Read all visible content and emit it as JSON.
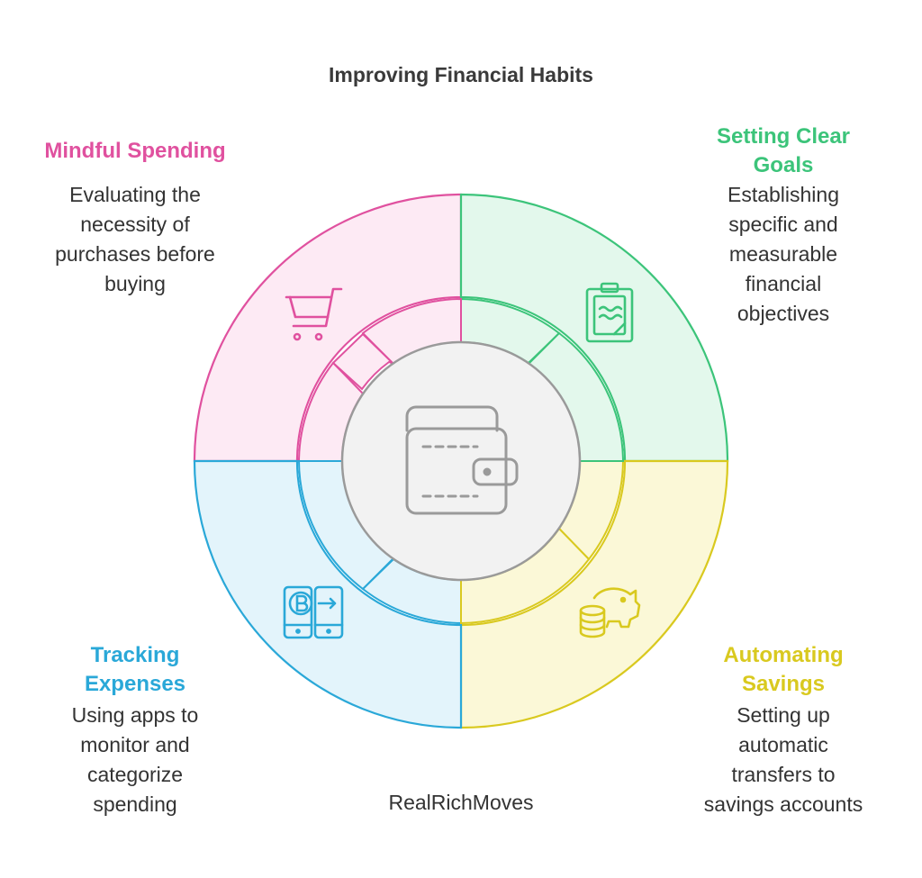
{
  "title": "Improving Financial Habits",
  "footer": "RealRichMoves",
  "colors": {
    "pink": "#e0519f",
    "green": "#3cc47a",
    "yellow": "#d9c91f",
    "blue": "#2aa8d8",
    "center": "#9a9a9a"
  },
  "sections": {
    "mindful": {
      "heading": "Mindful Spending",
      "desc": [
        "Evaluating the",
        "necessity of",
        "purchases before",
        "buying"
      ],
      "icon": "shopping-cart-icon"
    },
    "goals": {
      "heading": [
        "Setting Clear",
        "Goals"
      ],
      "desc": [
        "Establishing",
        "specific and",
        "measurable",
        "financial",
        "objectives"
      ],
      "icon": "clipboard-icon"
    },
    "savings": {
      "heading": [
        "Automating",
        "Savings"
      ],
      "desc": [
        "Setting up",
        "automatic",
        "transfers to",
        "savings accounts"
      ],
      "icon": "piggy-bank-icon"
    },
    "tracking": {
      "heading": [
        "Tracking",
        "Expenses"
      ],
      "desc": [
        "Using apps to",
        "monitor and",
        "categorize",
        "spending"
      ],
      "icon": "bitcoin-phone-icon"
    }
  },
  "center_icon": "wallet-icon"
}
